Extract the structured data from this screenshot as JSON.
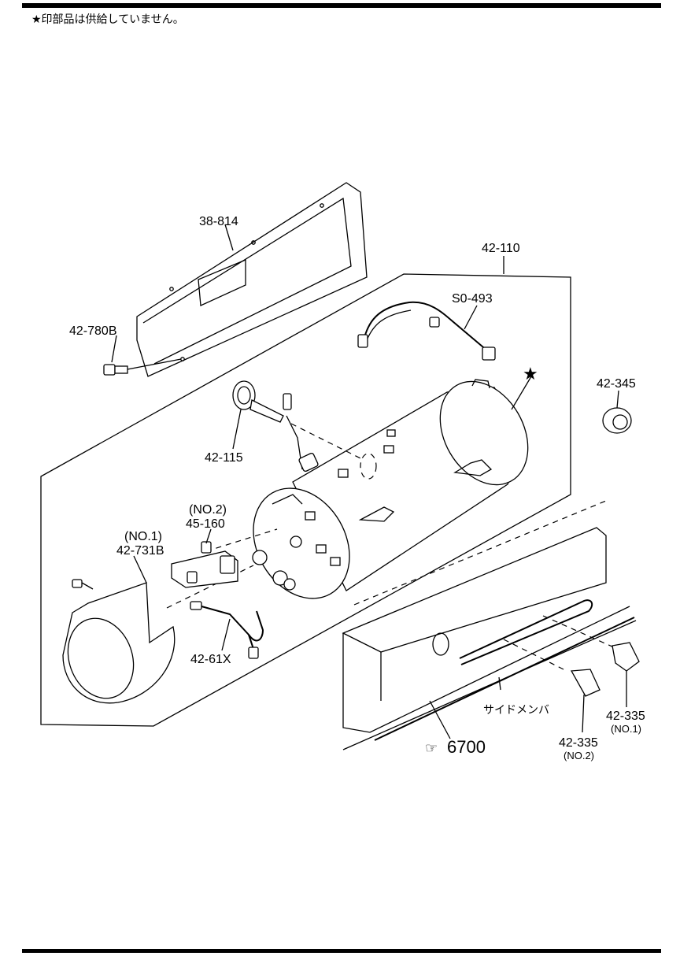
{
  "header_note": "★印部品は供給していません。",
  "labels": {
    "bracket_cover": "38-814",
    "bolt": "42-780B",
    "assembly": "42-110",
    "harness": "S0-493",
    "star": "★",
    "grommet": "42-345",
    "gauge_unit": "42-115",
    "valve_no2_tag": "(NO.2)",
    "valve_no2": "45-160",
    "shield_no1_tag": "(NO.1)",
    "shield_no1": "42-731B",
    "pipe": "42-61X",
    "side_member": "サイドメンバ",
    "ref_page": "6700",
    "clip_no1": "42-335",
    "clip_no1_tag": "(NO.1)",
    "clip_no2": "42-335",
    "clip_no2_tag": "(NO.2)"
  },
  "icons": {
    "ref_page_icon": "pointing-hand-icon"
  }
}
